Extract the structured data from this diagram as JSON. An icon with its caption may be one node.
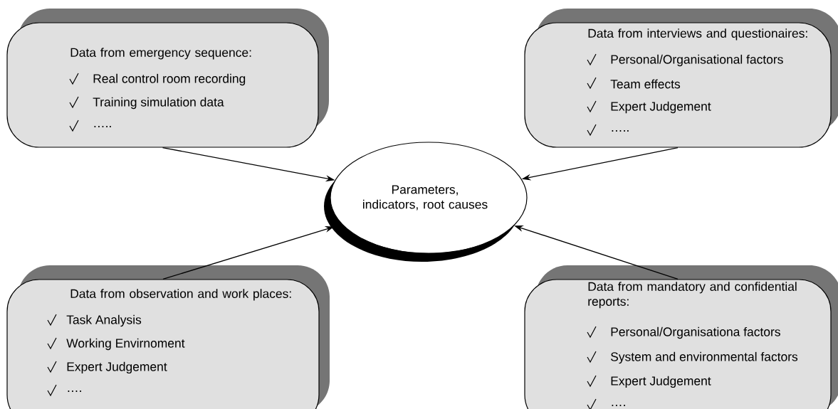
{
  "diagram": {
    "nodes": [
      {
        "text": [
          "Data from emergency sequence:",
          "Real control room recording",
          "Training simulation data",
          "….."
        ]
      },
      {
        "text": [
          "Data from interviews and questionaires:",
          "Personal/Organisational factors",
          "Team effects",
          "Expert Judgement",
          "….."
        ]
      },
      {
        "text": [
          "Parameters, indicators, root causes"
        ]
      },
      {
        "text": [
          "Data from observation and work places:",
          "Task Analysis",
          "Working Envirnoment",
          "Expert Judgement",
          "…."
        ]
      },
      {
        "text": [
          "Data from mandatory and confidential reports:",
          "Personal/Organisationa factors",
          "System and environmental factors",
          "Expert Judgement",
          "…."
        ]
      }
    ],
    "edges": [
      {
        "from": 0,
        "to": 2,
        "arrow": "to"
      },
      {
        "from": 1,
        "to": 2,
        "arrow": "to"
      },
      {
        "from": 3,
        "to": 2,
        "arrow": "to"
      },
      {
        "from": 4,
        "to": 2,
        "arrow": "to"
      }
    ]
  }
}
